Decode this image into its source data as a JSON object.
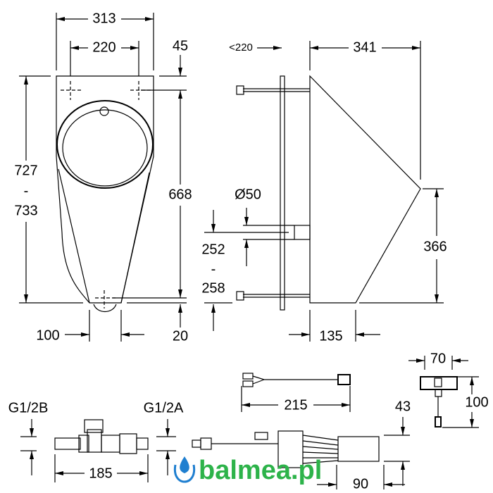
{
  "front_view": {
    "width_overall": "313",
    "hole_spacing": "220",
    "top_offset": "45",
    "height_lines": [
      "727",
      "-",
      "733"
    ],
    "fixing_height": "668",
    "outlet_width": "100",
    "bottom_offset": "20"
  },
  "side_view": {
    "wall_depth": "<220",
    "depth": "341",
    "inlet_diameter": "Ø50",
    "inlet_height_lines": [
      "252",
      "-",
      "258"
    ],
    "lower_depth": "135",
    "lower_height": "366"
  },
  "valve": {
    "inlet_thread": "G1/2B",
    "outlet_thread": "G1/2A",
    "length": "185"
  },
  "cable": {
    "length": "215"
  },
  "controller": {
    "height": "43",
    "length": "90"
  },
  "sensor": {
    "width": "70",
    "height": "100"
  },
  "watermark": {
    "brand": "balmea",
    "suffix": ".pl",
    "color": "#2db34a",
    "drop_color": "#1f7fd0"
  }
}
